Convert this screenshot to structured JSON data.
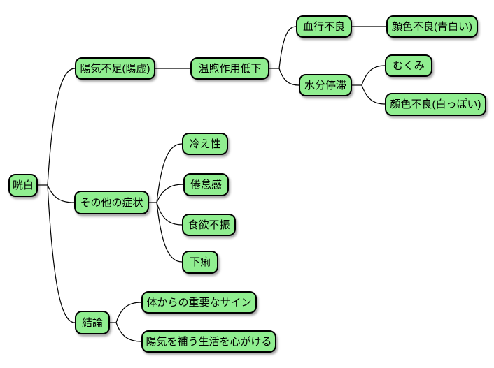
{
  "diagram": {
    "type": "mindmap",
    "background_color": "#ffffff",
    "node_fill_color": "#90ee90",
    "node_border_color": "#000000",
    "connector_color": "#000000",
    "root": {
      "label": "晄白",
      "children": [
        {
          "label": "陽気不足(陽虚)",
          "children": [
            {
              "label": "温煦作用低下",
              "children": [
                {
                  "label": "血行不良",
                  "children": [
                    {
                      "label": "顔色不良(青白い)"
                    }
                  ]
                },
                {
                  "label": "水分停滞",
                  "children": [
                    {
                      "label": "むくみ"
                    },
                    {
                      "label": "顔色不良(白っぽい)"
                    }
                  ]
                }
              ]
            }
          ]
        },
        {
          "label": "その他の症状",
          "children": [
            {
              "label": "冷え性"
            },
            {
              "label": "倦怠感"
            },
            {
              "label": "食欲不振"
            },
            {
              "label": "下痢"
            }
          ]
        },
        {
          "label": "結論",
          "children": [
            {
              "label": "体からの重要なサイン"
            },
            {
              "label": "陽気を補う生活を心がける"
            }
          ]
        }
      ]
    }
  }
}
